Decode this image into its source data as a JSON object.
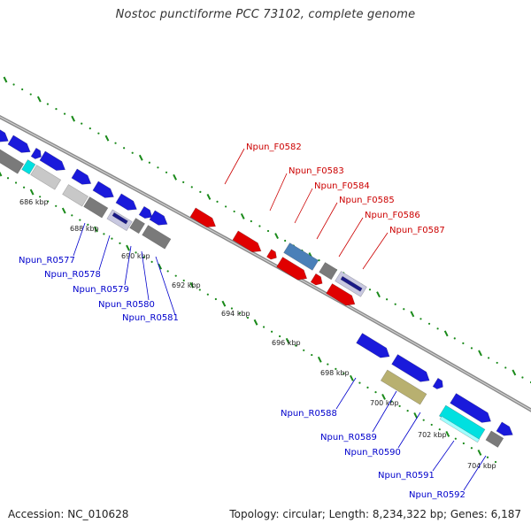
{
  "title": "Nostoc punctiforme PCC 73102, complete genome",
  "accession": "Accession: NC_010628",
  "summary": "Topology: circular; Length: 8,234,322 bp; Genes: 6,187",
  "colors": {
    "forward_label": "#cc0000",
    "reverse_label": "#0000cc",
    "backbone": "#8a8a8a",
    "dots": "#1a8a1a",
    "blue": "#1a1adb",
    "red": "#e00000",
    "gray": "#7a7a7a",
    "lightgray": "#c8c8c8",
    "cyan": "#00e0e0",
    "steel": "#4a80b8",
    "khaki": "#b8b070",
    "lavender": "#c8c8e0"
  },
  "tick_labels": [
    "686 kbp",
    "688 kbp",
    "690 kbp",
    "692 kbp",
    "694 kbp",
    "696 kbp",
    "698 kbp",
    "700 kbp",
    "702 kbp",
    "704 kbp"
  ],
  "forward_labels": [
    "Npun_F0582",
    "Npun_F0583",
    "Npun_F0584",
    "Npun_F0585",
    "Npun_F0586",
    "Npun_F0587"
  ],
  "reverse_labels": [
    "Npun_R0577",
    "Npun_R0578",
    "Npun_R0579",
    "Npun_R0580",
    "Npun_R0581",
    "Npun_R0588",
    "Npun_R0589",
    "Npun_R0590",
    "Npun_R0591",
    "Npun_R0592"
  ]
}
